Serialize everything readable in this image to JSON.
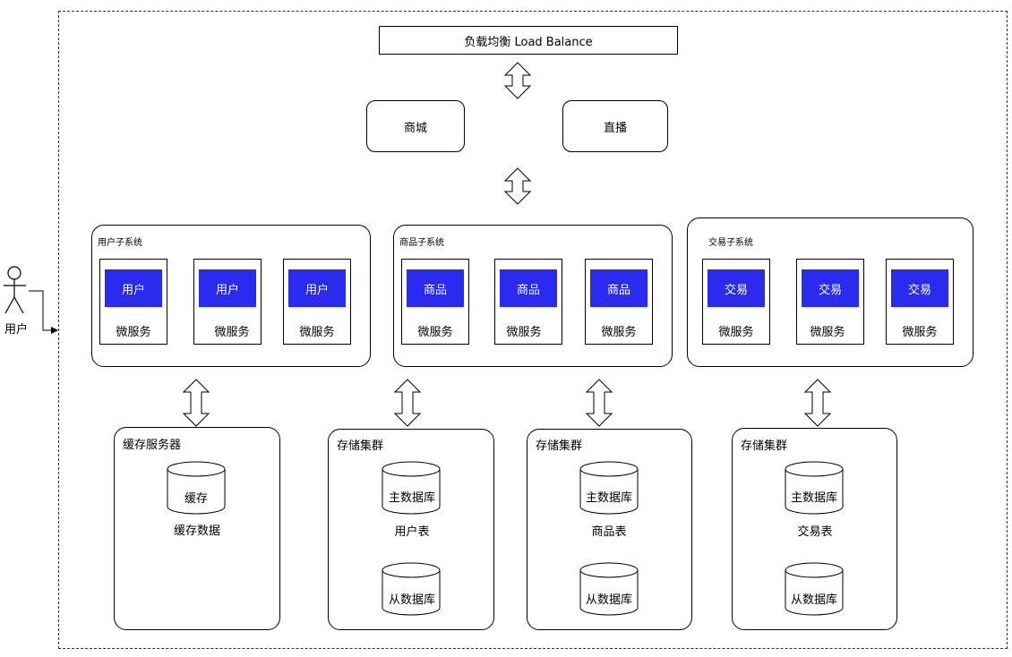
{
  "lb": {
    "label": "负载均衡 Load Balance"
  },
  "apps": {
    "mall": "商城",
    "live": "直播"
  },
  "user_actor": {
    "label": "用户"
  },
  "subsystems": [
    {
      "title": "用户子系统",
      "chip": "用户",
      "service": "微服务"
    },
    {
      "title": "商品子系统",
      "chip": "商品",
      "service": "微服务"
    },
    {
      "title": "交易子系统",
      "chip": "交易",
      "service": "微服务"
    }
  ],
  "cache": {
    "title": "缓存服务器",
    "cylinder": "缓存",
    "caption": "缓存数据"
  },
  "storage": [
    {
      "title": "存储集群",
      "master": "主数据库",
      "table": "用户表",
      "slave": "从数据库"
    },
    {
      "title": "存储集群",
      "master": "主数据库",
      "table": "商品表",
      "slave": "从数据库"
    },
    {
      "title": "存储集群",
      "master": "主数据库",
      "table": "交易表",
      "slave": "从数据库"
    }
  ],
  "colors": {
    "chip": "#2b2bf0"
  }
}
